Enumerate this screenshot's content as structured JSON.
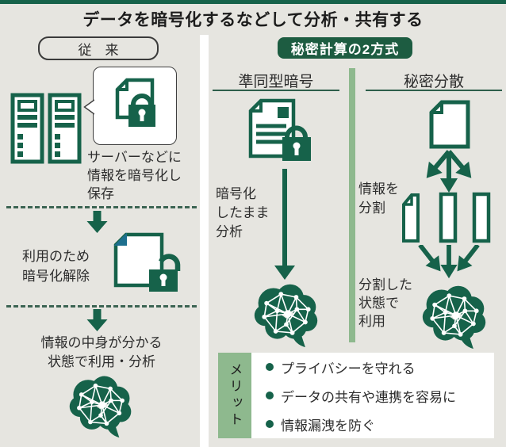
{
  "page": {
    "title": "データを暗号化するなどして分析・共有する"
  },
  "left_panel": {
    "header": "従　来",
    "caption_store": "サーバーなどに\n情報を暗号化し\n保存",
    "caption_decrypt": "利用のため\n暗号化解除",
    "caption_use": "情報の中身が分かる\n状態で利用・分析"
  },
  "right_panel": {
    "badge": "秘密計算の2方式",
    "homomorphic": {
      "header": "準同型暗号",
      "caption": "暗号化\nしたまま\n分析"
    },
    "secret_sharing": {
      "header": "秘密分散",
      "caption_split": "情報を\n分割",
      "caption_use": "分割した\n状態で\n利用"
    }
  },
  "merit": {
    "label": "メリット",
    "items": [
      "プライバシーを守れる",
      "データの共有や連携を容易に",
      "情報漏洩を防ぐ"
    ]
  },
  "icons": {
    "servers": "server-rack-icon",
    "locked_document": "document-lock-icon",
    "unlocked_document": "document-unlock-icon",
    "encrypted_document_lines": "document-lines-lock-icon",
    "plain_document": "document-icon",
    "split_strips": "split-document-strips-icon",
    "brain_network": "ai-brain-network-icon",
    "down_arrow": "down-arrow-icon"
  },
  "colors": {
    "dark_green": "#16624a",
    "light_green": "#8eb98e",
    "background": "#e6e5e0",
    "fold_teal": "#1d6f8e",
    "text": "#2d2d2d"
  }
}
